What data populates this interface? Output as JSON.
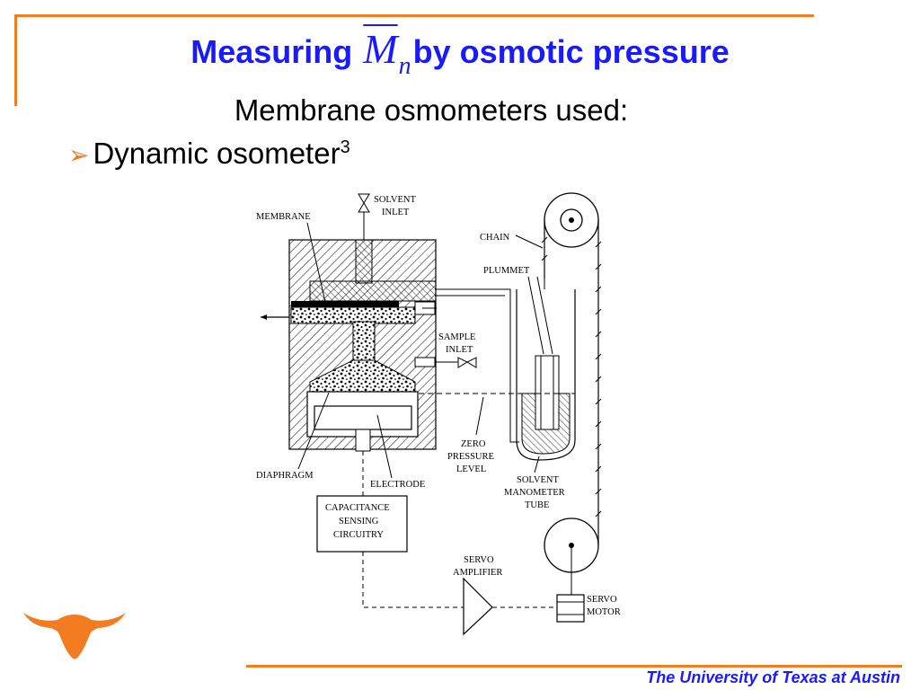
{
  "slide": {
    "title_prefix": "Measuring",
    "title_var_main": "M",
    "title_var_sub": "n",
    "title_suffix": "by osmotic pressure",
    "subtitle": "Membrane osmometers used:",
    "bullet_text": "Dynamic osometer",
    "bullet_superscript": "3",
    "footer": "The University of Texas at Austin",
    "accent_color": "#f47c20",
    "title_color": "#1a1aff"
  },
  "diagram": {
    "labels": {
      "solvent_inlet_1": "SOLVENT",
      "solvent_inlet_2": "INLET",
      "membrane": "MEMBRANE",
      "chain": "CHAIN",
      "plummet": "PLUMMET",
      "sample_inlet_1": "SAMPLE",
      "sample_inlet_2": "INLET",
      "zero_1": "ZERO",
      "zero_2": "PRESSURE",
      "zero_3": "LEVEL",
      "diaphragm": "DIAPHRAGM",
      "electrode": "ELECTRODE",
      "manometer_1": "SOLVENT",
      "manometer_2": "MANOMETER",
      "manometer_3": "TUBE",
      "capacitance_1": "CAPACITANCE",
      "capacitance_2": "SENSING",
      "capacitance_3": "CIRCUITRY",
      "servo_amp_1": "SERVO",
      "servo_amp_2": "AMPLIFIER",
      "servo_motor_1": "SERVO",
      "servo_motor_2": "MOTOR"
    }
  }
}
